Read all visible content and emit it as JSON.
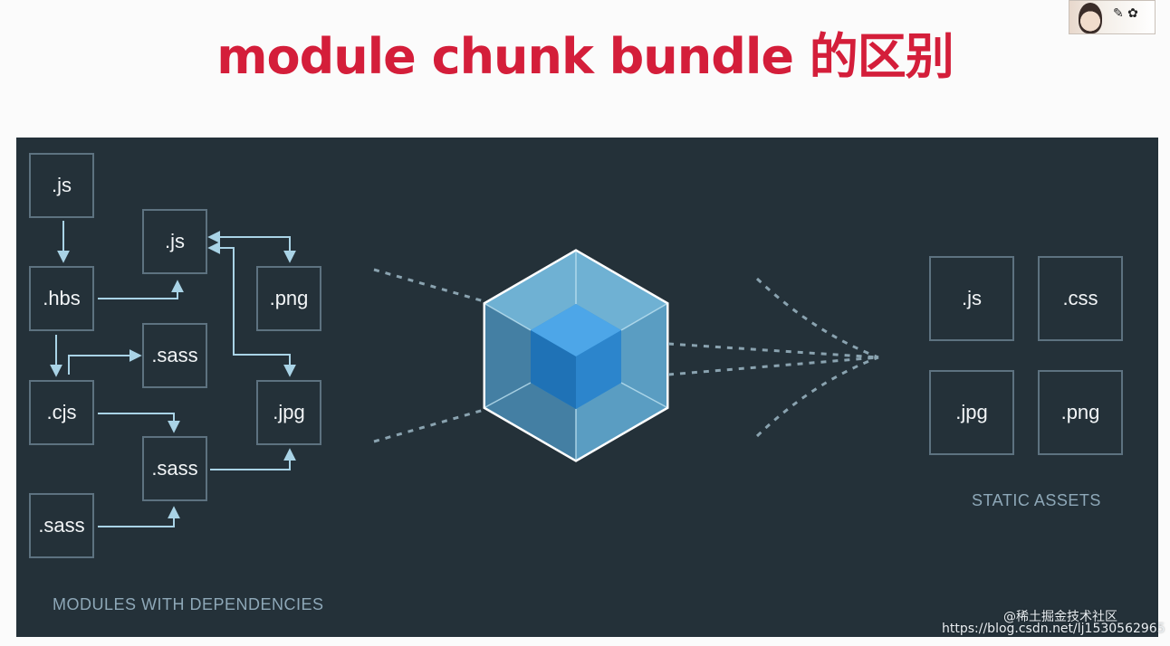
{
  "title": "module chunk bundle 的区别",
  "modules": {
    "caption": "MODULES WITH DEPENDENCIES",
    "items": [
      ".js",
      ".js",
      ".hbs",
      ".png",
      ".sass",
      ".cjs",
      ".jpg",
      ".sass",
      ".sass"
    ]
  },
  "assets": {
    "caption": "STATIC ASSETS",
    "items": [
      ".js",
      ".css",
      ".jpg",
      ".png"
    ]
  },
  "watermark": {
    "line1": "@稀土掘金技术社区",
    "line2": "https://blog.csdn.net/lj1530562965"
  },
  "colors": {
    "title": "#d41e3a",
    "panel_bg": "#243139",
    "box_border": "#5d7280",
    "arrow": "#a9d3e6",
    "cube_outer": "#6aaed0",
    "cube_inner": "#2f8fd8",
    "caption": "#8ea8b8"
  }
}
